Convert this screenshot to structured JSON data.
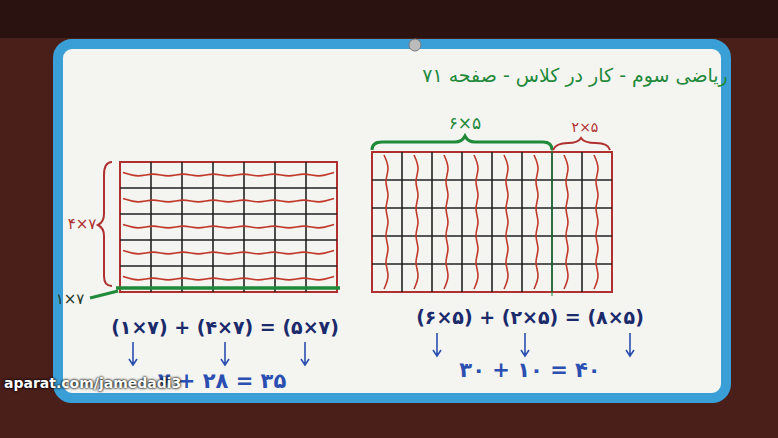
{
  "diagram": {
    "title": "ریاضی سوم - کار در کلاس - صفحه ۷۱",
    "labels": [
      "۴×۷",
      "۱×۷",
      "(۱×۷) + (۴×۷) = (۵×۷)",
      "۷ + ۲۸ = ۳۵",
      "۶×۵",
      "۲×۵",
      "(۶×۵) + (۲×۵) = (۸×۵)",
      "۳۰ + ۱۰ = ۴۰",
      "aparat.com/jamedadi3"
    ]
  }
}
